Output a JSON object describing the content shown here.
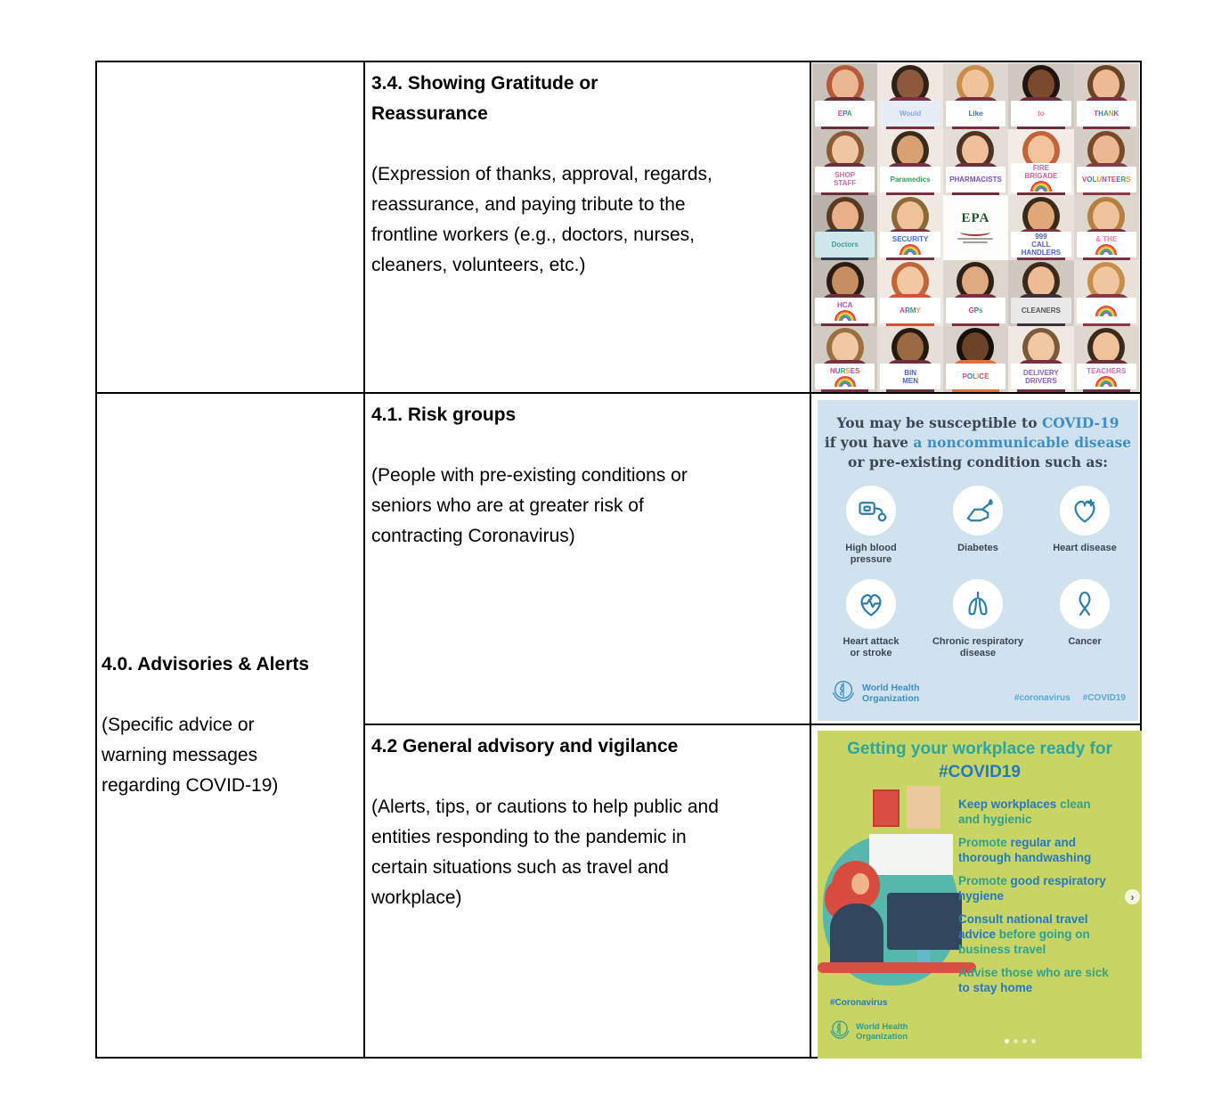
{
  "colors": {
    "table_border": "#000000",
    "risk_card_bg": "#cfe2ed",
    "risk_text_dark": "#3c4654",
    "risk_text_blue": "#3e8ec6",
    "risk_icon_teal": "#2c7fa8",
    "risk_hashtag_blue": "#58a7d4",
    "work_card_bg": "#c8d463",
    "work_title_teal": "#2aa79e",
    "work_tip_teal": "#2fa28f",
    "work_tip_blue": "#2579c1",
    "work_accent_red": "#d94f43",
    "work_illus_teal": "#56b8ac"
  },
  "row_34": {
    "title": "3.4. Showing Gratitude or\nReassurance",
    "desc": "(Expression of thanks, approval, regards,\nreassurance, and paying tribute to the\nfrontline workers (e.g., doctors, nurses,\ncleaners, volunteers, etc.)"
  },
  "row_40": {
    "title": "4.0. Advisories & Alerts",
    "desc": "(Specific advice or\nwarning messages\nregarding COVID-19)"
  },
  "row_41": {
    "title": "4.1. Risk groups",
    "desc": "(People with pre-existing conditions or\nseniors who are at greater risk of\ncontracting Coronavirus)"
  },
  "row_42": {
    "title": "4.2 General advisory and vigilance",
    "desc": "(Alerts, tips, or cautions to help public and\nentities responding to the pandemic in\ncertain situations such as travel and\nworkplace)"
  },
  "collage": {
    "palette": [
      "#e0447c",
      "#3f6fd8",
      "#3aa05a",
      "#f0903a",
      "#8a4fc8",
      "#e05038"
    ],
    "tiles": [
      {
        "wall": "#c9c2b8",
        "skin": "#eab890",
        "hair": "#b55a38",
        "shirt": "#6c2e38",
        "sign": "EPA",
        "signColor": "multi",
        "rainbow": false,
        "logo": false
      },
      {
        "wall": "#efe8df",
        "skin": "#8a5a3a",
        "hair": "#2e2118",
        "shirt": "#7a3040",
        "sign": "Would",
        "signColor": "#8aa8d8",
        "signBg": "#e6edf4",
        "rainbow": false,
        "logo": false
      },
      {
        "wall": "#ded7cd",
        "skin": "#f0c39c",
        "hair": "#c98c4b",
        "shirt": "#7a3040",
        "sign": "Like",
        "signColor": "#3f6fd8",
        "rainbow": false,
        "logo": false
      },
      {
        "wall": "#cfc8be",
        "skin": "#7a4a2c",
        "hair": "#1f1410",
        "shirt": "#6c2e38",
        "sign": "to",
        "signColor": "#e878b0",
        "rainbow": false,
        "logo": false
      },
      {
        "wall": "#d8d0c6",
        "skin": "#edbb93",
        "hair": "#6b4326",
        "shirt": "#7a3040",
        "sign": "THANK",
        "signColor": "multi",
        "rainbow": false,
        "logo": false
      },
      {
        "wall": "#cac3b9",
        "skin": "#f0c6a0",
        "hair": "#8a5a34",
        "shirt": "#6c2e38",
        "sign": "SHOP\nSTAFF",
        "signColor": "#d06bb0",
        "rainbow": false,
        "logo": false
      },
      {
        "wall": "#efe9e1",
        "skin": "#d9a172",
        "hair": "#3a2a1c",
        "shirt": "#7a3040",
        "sign": "Paramedics",
        "signColor": "#3aa05a",
        "rainbow": false,
        "logo": false
      },
      {
        "wall": "#e4ddd4",
        "skin": "#f0c09a",
        "hair": "#4a3322",
        "shirt": "#6c2e38",
        "sign": "PHARMACISTS",
        "signColor": "#7a4fc8",
        "rainbow": false,
        "logo": false
      },
      {
        "wall": "#f2ece4",
        "skin": "#f2c49e",
        "hair": "#c2633a",
        "shirt": "#6c2e38",
        "sign": "FIRE\nBRIGADE",
        "signColor": "#e85a9a",
        "rainbow": true,
        "logo": false
      },
      {
        "wall": "#d5cec4",
        "skin": "#ecb892",
        "hair": "#7a4a28",
        "shirt": "#8a3a46",
        "sign": "VOLUNTEERS",
        "signColor": "multi",
        "rainbow": false,
        "logo": false
      },
      {
        "wall": "#b9b2a8",
        "skin": "#e8b088",
        "hair": "#5a3a22",
        "shirt": "#2f3a4a",
        "sign": "Doctors",
        "signColor": "#3aa0a0",
        "signBg": "#cfe6ea",
        "rainbow": false,
        "logo": false
      },
      {
        "wall": "#efe9e1",
        "skin": "#f0c29a",
        "hair": "#8a6a3a",
        "shirt": "#7a3040",
        "sign": "SECURITY",
        "signColor": "#3f6fd8",
        "rainbow": true,
        "logo": false
      },
      {
        "wall": "#fdfdfb",
        "skin": "",
        "hair": "",
        "shirt": "",
        "sign": "EPA",
        "signColor": "#24502e",
        "rainbow": false,
        "logo": true
      },
      {
        "wall": "#e8e2da",
        "skin": "#e0a878",
        "hair": "#3a2a1a",
        "shirt": "#7a3040",
        "sign": "999\nCALL\nHANDLERS",
        "signColor": "#4a62c8",
        "rainbow": false,
        "logo": false
      },
      {
        "wall": "#ddd6cc",
        "skin": "#f0c29a",
        "hair": "#b5803f",
        "shirt": "#7a3040",
        "sign": "& THE",
        "signColor": "#e878b0",
        "rainbow": true,
        "logo": false
      },
      {
        "wall": "#c3bcb2",
        "skin": "#c68e61",
        "hair": "#2a1c12",
        "shirt": "#6c2e38",
        "sign": "HCA",
        "signColor": "#b04fc8",
        "rainbow": true,
        "logo": false
      },
      {
        "wall": "#efe9e1",
        "skin": "#f2c8a2",
        "hair": "#c2633a",
        "shirt": "#d0543a",
        "sign": "ARMY",
        "signColor": "multi",
        "rainbow": false,
        "logo": false
      },
      {
        "wall": "#ddd6cc",
        "skin": "#e0aa80",
        "hair": "#2e2014",
        "shirt": "#7a3040",
        "sign": "GPs",
        "signColor": "multi",
        "rainbow": false,
        "logo": false
      },
      {
        "wall": "#cfc8be",
        "skin": "#ecbc94",
        "hair": "#3a2a1c",
        "shirt": "#3a2f3a",
        "sign": "CLEANERS",
        "signColor": "#555555",
        "signBg": "#e8e8e8",
        "rainbow": false,
        "logo": false
      },
      {
        "wall": "#e8e1d8",
        "skin": "#f0c6a0",
        "hair": "#c98c4b",
        "shirt": "#8a3a46",
        "sign": "",
        "signColor": "#e8a0c8",
        "rainbow": true,
        "logo": false
      },
      {
        "wall": "#d2cbc1",
        "skin": "#f0c8a2",
        "hair": "#9a7040",
        "shirt": "#7a3040",
        "sign": "NURSES",
        "signColor": "multi",
        "rainbow": true,
        "logo": false
      },
      {
        "wall": "#e5dfd6",
        "skin": "#9a6a42",
        "hair": "#241a10",
        "shirt": "#6c2e38",
        "sign": "BIN\nMEN",
        "signColor": "#4a62c8",
        "rainbow": false,
        "logo": false
      },
      {
        "wall": "#d8d1c7",
        "skin": "#6b4326",
        "hair": "#17100a",
        "shirt": "#e07038",
        "sign": "POLICE",
        "signColor": "multi",
        "rainbow": false,
        "logo": false
      },
      {
        "wall": "#efe9e1",
        "skin": "#f2c8a2",
        "hair": "#7a5a3a",
        "shirt": "#7a3040",
        "sign": "DELIVERY\nDRIVERS",
        "signColor": "#8a5ac8",
        "rainbow": false,
        "logo": false
      },
      {
        "wall": "#ded7cd",
        "skin": "#f0c29a",
        "hair": "#3a2a1c",
        "shirt": "#6c2e38",
        "sign": "TEACHERS",
        "signColor": "#d06bb0",
        "rainbow": true,
        "logo": false
      }
    ]
  },
  "who_risk": {
    "heading_lines": [
      [
        {
          "t": "You may be susceptible to ",
          "c": "dark"
        },
        {
          "t": "COVID-19",
          "c": "blue"
        }
      ],
      [
        {
          "t": "if you have ",
          "c": "dark"
        },
        {
          "t": "a noncommunicable disease",
          "c": "blue"
        }
      ],
      [
        {
          "t": "or pre-existing condition such as:",
          "c": "dark"
        }
      ]
    ],
    "icons": [
      {
        "icon": "blood-pressure-icon",
        "label": "High blood\npressure"
      },
      {
        "icon": "diabetes-icon",
        "label": "Diabetes"
      },
      {
        "icon": "heart-disease-icon",
        "label": "Heart disease"
      },
      {
        "icon": "heart-attack-icon",
        "label": "Heart attack\nor stroke"
      },
      {
        "icon": "lungs-icon",
        "label": "Chronic respiratory\ndisease"
      },
      {
        "icon": "cancer-ribbon-icon",
        "label": "Cancer"
      }
    ],
    "logo_text": "World Health\nOrganization",
    "hashtag1": "#coronavirus",
    "hashtag2": "#COVID19"
  },
  "who_workplace": {
    "title_line1": "Getting your workplace ready for",
    "title_line2": "#COVID19",
    "tips": [
      {
        "segments": [
          {
            "t": "Keep workplaces ",
            "c": "blue"
          },
          {
            "t": "clean\nand hygienic",
            "c": "teal"
          }
        ]
      },
      {
        "segments": [
          {
            "t": "Promote ",
            "c": "teal"
          },
          {
            "t": "regular and\nthorough handwashing",
            "c": "blue"
          }
        ]
      },
      {
        "segments": [
          {
            "t": "Promote ",
            "c": "teal"
          },
          {
            "t": "good respiratory\nhygiene",
            "c": "blue"
          }
        ]
      },
      {
        "segments": [
          {
            "t": "Consult national travel\nadvice ",
            "c": "blue"
          },
          {
            "t": "before going on\nbusiness travel",
            "c": "teal"
          }
        ]
      },
      {
        "segments": [
          {
            "t": "Advise those who are sick\n",
            "c": "teal"
          },
          {
            "t": "to stay home",
            "c": "blue"
          }
        ]
      }
    ],
    "hashtag": "#Coronavirus",
    "logo_text": "World Health\nOrganization",
    "next_icon": "›",
    "carousel": {
      "count": 4,
      "active": 1
    }
  }
}
